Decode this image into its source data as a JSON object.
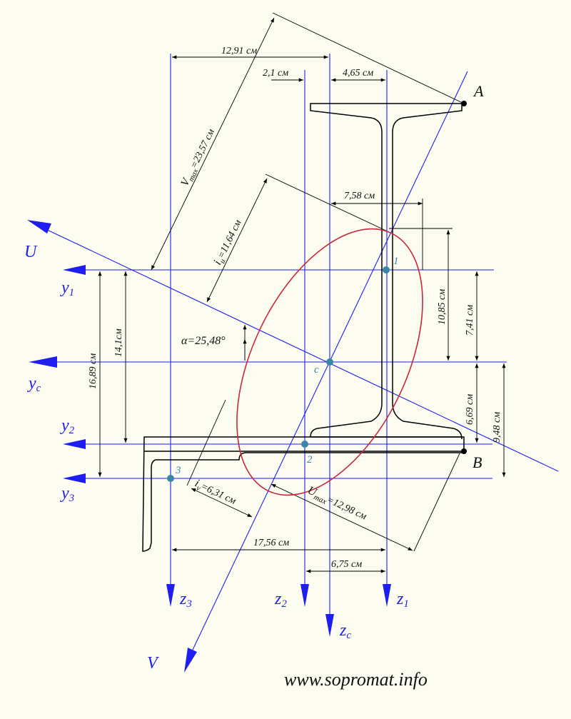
{
  "dimensions": {
    "d_12_91": "12,91 см",
    "d_2_1": "2,1 см",
    "d_4_65": "4,65 см",
    "d_7_58": "7,58 см",
    "d_10_85": "10,85 см",
    "d_7_41": "7,41 см",
    "d_6_69": "6,69 см",
    "d_9_48": "9,48 см",
    "d_16_89": "16,89 см",
    "d_14_1": "14,1см",
    "d_17_56": "17,56 см",
    "d_6_75": "6,75 см",
    "vmax": "=23,57 см",
    "iu": "=11,64 см",
    "iv": "=6,31 см",
    "umax": "=12,98 см",
    "alpha": "α=25,48°"
  },
  "labels": {
    "U": "U",
    "V": "V",
    "A": "A",
    "B": "B",
    "c": "c",
    "p1": "1",
    "p2": "2",
    "p3": "3",
    "y": "y",
    "z": "z",
    "sub_1": "1",
    "sub_2": "2",
    "sub_3": "3",
    "sub_c": "c",
    "V_sym": "V",
    "max_sub": "max",
    "i_sym": "i",
    "u_sub": "u",
    "v_sub": "v",
    "U_sym": "U"
  },
  "website": "www.sopromat.info",
  "colors": {
    "background": "#fcfcf0",
    "axes": "#1e1ef0",
    "ellipse": "#c8283c",
    "points": "#3a86a6"
  }
}
